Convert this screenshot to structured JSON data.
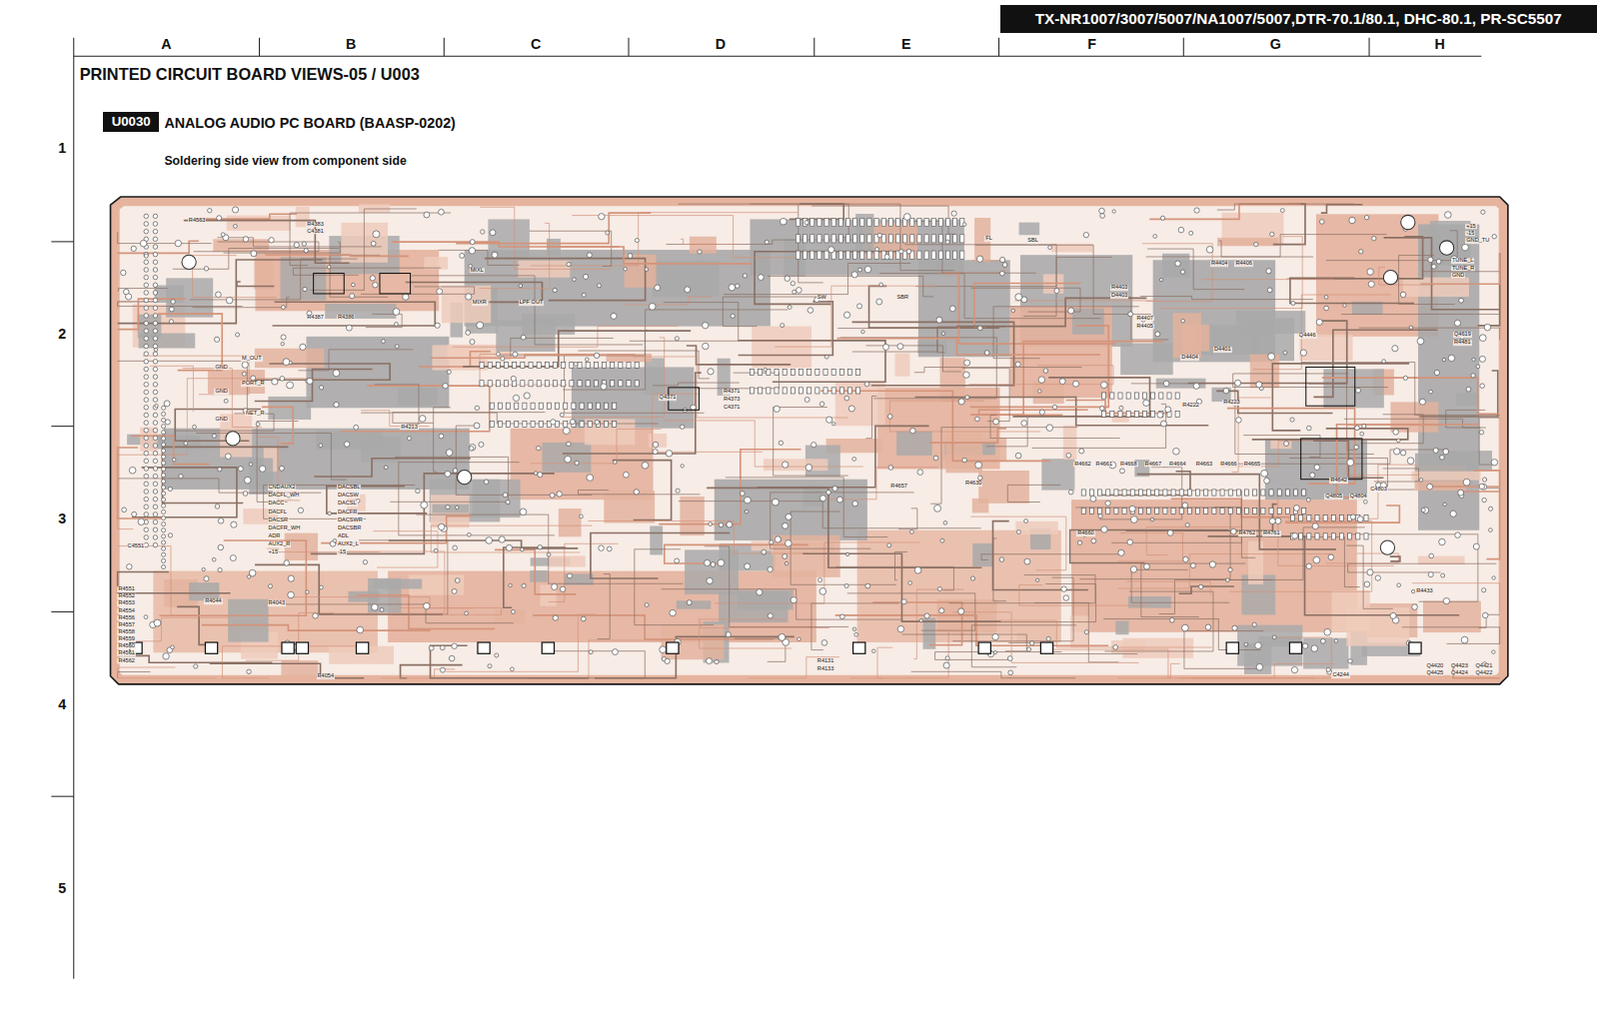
{
  "diagram": {
    "title": "PRINTED CIRCUIT BOARD VIEWS-05 / U003",
    "nodes": [
      {
        "text": [
          "TX-NR1007/3007/5007/NA1007/5007,DTR-70.1/80.1, DHC-80.1, PR-SC5507"
        ]
      },
      {
        "text": [
          "U0030"
        ]
      }
    ],
    "labels": [
      "A",
      "B",
      "C",
      "D",
      "E",
      "F",
      "G",
      "H",
      "1",
      "2",
      "3",
      "4",
      "5",
      "ANALOG AUDIO PC BOARD (BAASP-0202)",
      "Soldering side view from component side",
      "R4563",
      "R4383",
      "C4381",
      "R4387",
      "R4386",
      "MIXL",
      "MIXR",
      "LPF OUT",
      "FL",
      "SBL",
      "SW",
      "SBR",
      "R4404",
      "R4406",
      "R4403",
      "D4403",
      "R4407",
      "R4405",
      "D4404",
      "D4401",
      "Q4446",
      "Q4619",
      "R4481",
      "M_OUT",
      "GND",
      "PORT_R",
      "GND",
      "NET_R",
      "GND",
      "R4213",
      "Q4371",
      "R4371",
      "R4373",
      "C4371",
      "R4222",
      "R4223",
      "R4662",
      "R4661",
      "R4668",
      "R4667",
      "R4664",
      "R4663",
      "R4666",
      "R4665",
      "R4642",
      "C4803",
      "Q4805",
      "Q4804",
      "R4657",
      "R4630",
      "CNDAUX2",
      "DACFL_WH",
      "DACC",
      "DACFL",
      "DACSR",
      "DACFR_WH",
      "ADR",
      "AUX2_R",
      "+15",
      "DACSBL",
      "DACSW",
      "DACSL",
      "DACFR",
      "DACSWR",
      "DACSBR",
      "ADL",
      "AUX2_L",
      "-15",
      "C4551",
      "R4551",
      "R4552",
      "R4553",
      "R4554",
      "R4556",
      "R4557",
      "R4558",
      "R4559",
      "R4560",
      "R4561",
      "R4562",
      "R4054",
      "R4044",
      "R4043",
      "R4131",
      "R4133",
      "R4660",
      "R4762",
      "R4761",
      "C4244",
      "Q4420",
      "Q4423",
      "Q4421",
      "Q4425",
      "Q4424",
      "Q4422",
      "R4433",
      "+15",
      "-15",
      "GND_TU",
      "TUNE_L",
      "TUNE_R",
      "GND"
    ]
  }
}
